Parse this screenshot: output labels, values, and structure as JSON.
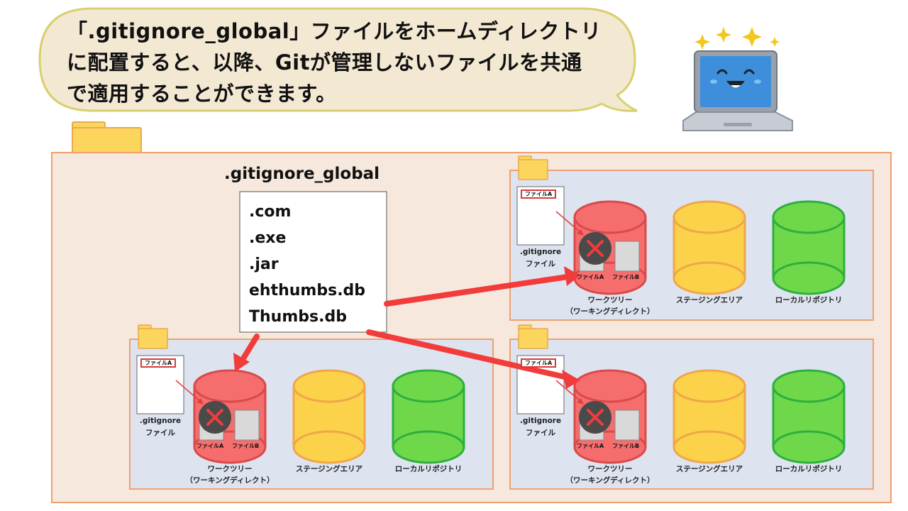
{
  "speech": {
    "lines": [
      "「.gitignore_global」ファイルをホームディレクトリ",
      "に配置すると、以降、Gitが管理しないファイルを共通",
      "で適用することができます。"
    ]
  },
  "global_file": {
    "title": ".gitignore_global",
    "entries": [
      ".com",
      ".exe",
      ".jar",
      "ehthumbs.db",
      "Thumbs.db"
    ]
  },
  "repos": [
    {
      "file_tag": "ファイルA",
      "gitignore_label": [
        ".gitignore",
        "ファイル"
      ],
      "files": [
        "ファイルA",
        "ファイルB"
      ],
      "work_tree": [
        "ワークツリー",
        "（ワーキングディレクト）"
      ],
      "staging": "ステージングエリア",
      "local": "ローカルリポジトリ"
    },
    {
      "file_tag": "ファイルA",
      "gitignore_label": [
        ".gitignore",
        "ファイル"
      ],
      "files": [
        "ファイルA",
        "ファイルB"
      ],
      "work_tree": [
        "ワークツリー",
        "（ワーキングディレクト）"
      ],
      "staging": "ステージングエリア",
      "local": "ローカルリポジトリ"
    },
    {
      "file_tag": "ファイルA",
      "gitignore_label": [
        ".gitignore",
        "ファイル"
      ],
      "files": [
        "ファイルA",
        "ファイルB"
      ],
      "work_tree": [
        "ワークツリー",
        "（ワーキングディレクト）"
      ],
      "staging": "ステージングエリア",
      "local": "ローカルリポジトリ"
    }
  ],
  "colors": {
    "outer_bg": "#f6e8dc",
    "outer_border": "#f0a070",
    "repo_bg": "#dde4f0",
    "bubble_bg": "#f3e8d2",
    "bubble_border": "#d9cf6e",
    "folder": "#fbd55c",
    "folder_border": "#e8a950",
    "red_cyl": "#f56d6d",
    "yellow_cyl": "#fbd24a",
    "green_cyl": "#6fd84a",
    "arrow": "#f23b3b"
  }
}
